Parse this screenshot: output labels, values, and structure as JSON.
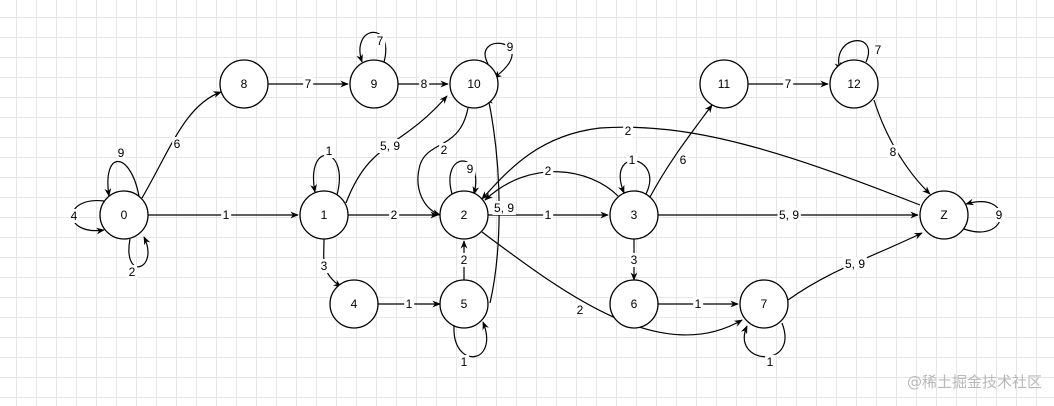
{
  "diagram": {
    "nodes": [
      {
        "id": "0",
        "label": "0"
      },
      {
        "id": "1",
        "label": "1"
      },
      {
        "id": "2",
        "label": "2"
      },
      {
        "id": "3",
        "label": "3"
      },
      {
        "id": "4",
        "label": "4"
      },
      {
        "id": "5",
        "label": "5"
      },
      {
        "id": "6",
        "label": "6"
      },
      {
        "id": "7",
        "label": "7"
      },
      {
        "id": "8",
        "label": "8"
      },
      {
        "id": "9",
        "label": "9"
      },
      {
        "id": "10",
        "label": "10"
      },
      {
        "id": "11",
        "label": "11"
      },
      {
        "id": "12",
        "label": "12"
      },
      {
        "id": "Z",
        "label": "Z"
      }
    ],
    "edges": [
      {
        "from": "0",
        "to": "0",
        "label": "9"
      },
      {
        "from": "0",
        "to": "0",
        "label": "4"
      },
      {
        "from": "0",
        "to": "0",
        "label": "2"
      },
      {
        "from": "0",
        "to": "8",
        "label": "6"
      },
      {
        "from": "0",
        "to": "1",
        "label": "1"
      },
      {
        "from": "8",
        "to": "9",
        "label": "7"
      },
      {
        "from": "9",
        "to": "9",
        "label": "7"
      },
      {
        "from": "9",
        "to": "10",
        "label": "8"
      },
      {
        "from": "10",
        "to": "10",
        "label": "9"
      },
      {
        "from": "1",
        "to": "1",
        "label": "1"
      },
      {
        "from": "1",
        "to": "10",
        "label": "5, 9"
      },
      {
        "from": "1",
        "to": "2",
        "label": "2"
      },
      {
        "from": "1",
        "to": "4",
        "label": "3"
      },
      {
        "from": "10",
        "to": "2",
        "label": "2"
      },
      {
        "from": "2",
        "to": "2",
        "label": "9"
      },
      {
        "from": "2",
        "to": "3",
        "label": "1"
      },
      {
        "from": "3",
        "to": "2",
        "label": "2"
      },
      {
        "from": "Z",
        "to": "2",
        "label": "2"
      },
      {
        "from": "5",
        "to": "10",
        "label": "5, 9"
      },
      {
        "from": "2",
        "to": "7",
        "label": "2"
      },
      {
        "from": "4",
        "to": "5",
        "label": "1"
      },
      {
        "from": "5",
        "to": "2",
        "label": "2"
      },
      {
        "from": "5",
        "to": "5",
        "label": "1"
      },
      {
        "from": "3",
        "to": "3",
        "label": "1"
      },
      {
        "from": "3",
        "to": "11",
        "label": "6"
      },
      {
        "from": "3",
        "to": "Z",
        "label": "5, 9"
      },
      {
        "from": "3",
        "to": "6",
        "label": "3"
      },
      {
        "from": "11",
        "to": "12",
        "label": "7"
      },
      {
        "from": "12",
        "to": "12",
        "label": "7"
      },
      {
        "from": "12",
        "to": "Z",
        "label": "8"
      },
      {
        "from": "6",
        "to": "7",
        "label": "1"
      },
      {
        "from": "7",
        "to": "7",
        "label": "1"
      },
      {
        "from": "7",
        "to": "Z",
        "label": "5, 9"
      },
      {
        "from": "Z",
        "to": "Z",
        "label": "9"
      }
    ]
  },
  "watermark": "@稀土掘金技术社区"
}
